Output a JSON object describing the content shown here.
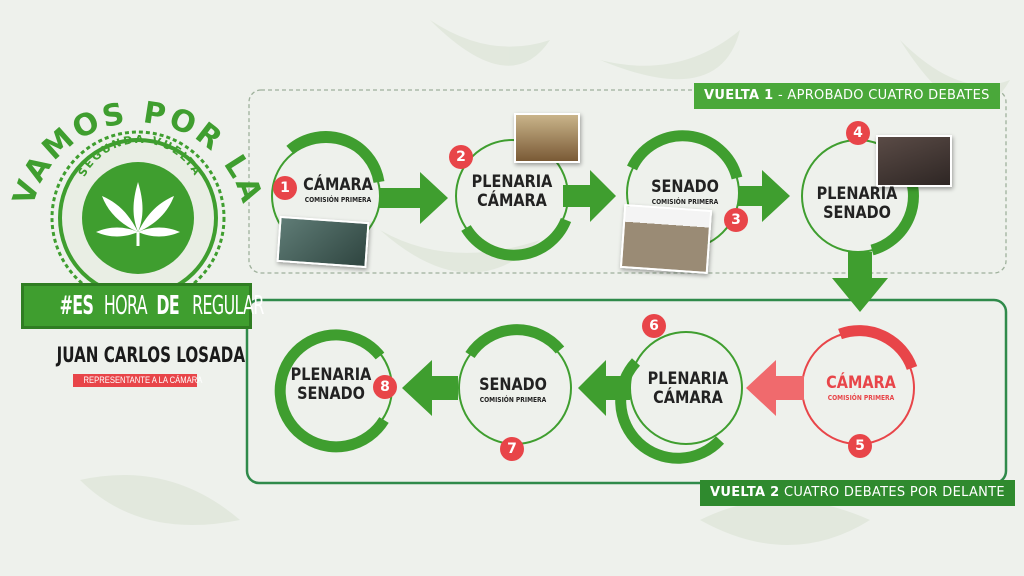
{
  "logo": {
    "arc_text": "VAMOS POR LA",
    "inner_text": "SEGUNDA VUELTA"
  },
  "hashtag": {
    "part1": "#ES",
    "part2": "HORA",
    "part3": "DE",
    "part4": "REGULAR"
  },
  "person": {
    "name": "JUAN CARLOS LOSADA",
    "role": "REPRESENTANTE A LA CÁMARA"
  },
  "vuelta1": {
    "bold": "VUELTA 1",
    "rest": " - APROBADO CUATRO DEBATES"
  },
  "vuelta2": {
    "bold": "VUELTA 2",
    "rest": " CUATRO DEBATES POR DELANTE"
  },
  "steps": [
    {
      "number": "1",
      "title": "CÁMARA",
      "title2": "",
      "subtitle": "COMISIÓN PRIMERA"
    },
    {
      "number": "2",
      "title": "PLENARIA",
      "title2": "CÁMARA",
      "subtitle": ""
    },
    {
      "number": "3",
      "title": "SENADO",
      "title2": "",
      "subtitle": "COMISIÓN PRIMERA"
    },
    {
      "number": "4",
      "title": "PLENARIA",
      "title2": "SENADO",
      "subtitle": ""
    },
    {
      "number": "5",
      "title": "CÁMARA",
      "title2": "",
      "subtitle": "COMISIÓN PRIMERA"
    },
    {
      "number": "6",
      "title": "PLENARIA",
      "title2": "CÁMARA",
      "subtitle": ""
    },
    {
      "number": "7",
      "title": "SENADO",
      "title2": "",
      "subtitle": "COMISIÓN PRIMERA"
    },
    {
      "number": "8",
      "title": "PLENARIA",
      "title2": "SENADO",
      "subtitle": ""
    }
  ],
  "colors": {
    "green": "#3f9e2f",
    "dark_green": "#2f7d22",
    "red": "#e84549",
    "background": "#eef1ec"
  }
}
